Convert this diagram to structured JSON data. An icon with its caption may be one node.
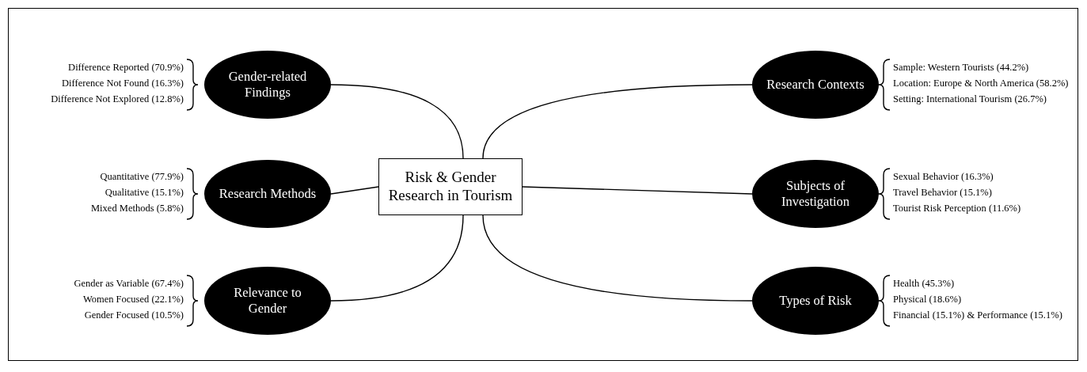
{
  "diagram": {
    "nodes": [
      {
        "text": [
          "Gender-related Findings"
        ],
        "beside": [
          "Difference Reported (70.9%)",
          "Difference Not Found (16.3%)",
          "Difference Not Explored (12.8%)"
        ]
      },
      {
        "text": [
          "Research Contexts"
        ],
        "beside": [
          "Sample: Western Tourists (44.2%)",
          "Location: Europe & North America (58.2%)",
          "Setting: International Tourism (26.7%)"
        ]
      },
      {
        "text": [
          "Research Methods"
        ],
        "beside": [
          "Quantitative (77.9%)",
          "Qualitative (15.1%)",
          "Mixed Methods (5.8%)"
        ]
      },
      {
        "text": [
          "Risk & Gender Research in Tourism"
        ]
      },
      {
        "text": [
          "Subjects of Investigation"
        ],
        "beside": [
          "Sexual Behavior (16.3%)",
          "Travel Behavior (15.1%)",
          "Tourist Risk Perception (11.6%)"
        ]
      },
      {
        "text": [
          "Relevance to Gender"
        ],
        "beside": [
          "Gender as Variable (67.4%)",
          "Women Focused (22.1%)",
          "Gender Focused (10.5%)"
        ]
      },
      {
        "text": [
          "Types of Risk"
        ],
        "beside": [
          "Health (45.3%)",
          "Physical (18.6%)",
          "Financial (15.1%) & Performance (15.1%)"
        ]
      }
    ],
    "edges": [
      {
        "from": 3,
        "to": 0,
        "arrow": "none"
      },
      {
        "from": 3,
        "to": 1,
        "arrow": "none"
      },
      {
        "from": 3,
        "to": 2,
        "arrow": "none"
      },
      {
        "from": 3,
        "to": 4,
        "arrow": "none"
      },
      {
        "from": 3,
        "to": 5,
        "arrow": "none"
      },
      {
        "from": 3,
        "to": 6,
        "arrow": "none"
      }
    ]
  }
}
